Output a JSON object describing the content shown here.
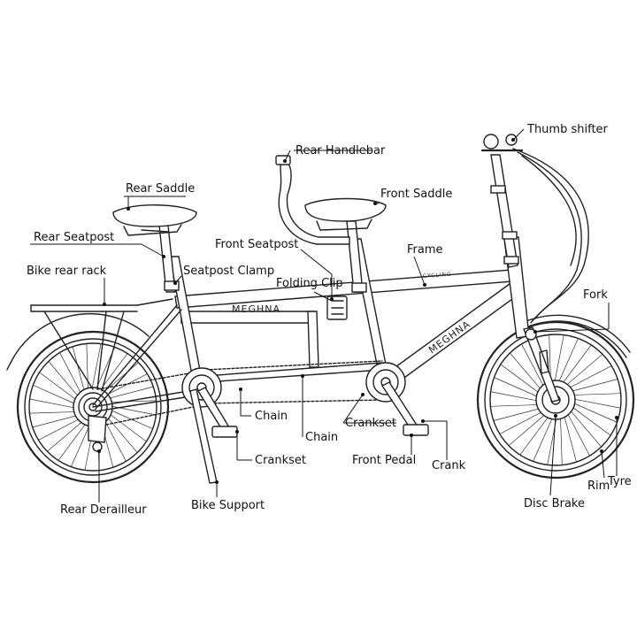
{
  "brand": {
    "name_top": "MEGHNA",
    "name_down": "MEGHNA",
    "model": "CYCLING"
  },
  "labels": {
    "thumb_shifter": "Thumb shifter",
    "rear_handlebar": "Rear  Handlebar",
    "rear_saddle": "Rear Saddle",
    "front_saddle": "Front Saddle",
    "rear_seatpost": "Rear Seatpost",
    "front_seatpost": "Front Seatpost",
    "frame": "Frame",
    "bike_rear_rack": "Bike rear rack",
    "seatpost_clamp": "Seatpost Clamp",
    "folding_clip": "Folding Clip",
    "fork": "Fork",
    "chain_1": "Chain",
    "chain_2": "Chain",
    "crankset_1": "Crankset",
    "crankset_2": "Crankset",
    "front_pedal": "Front Pedal",
    "crank": "Crank",
    "rim": "Rim",
    "tyre": "Tyre",
    "disc_brake": "Disc Brake",
    "rear_derailleur": "Rear Derailleur",
    "bike_support": "Bike Support"
  }
}
